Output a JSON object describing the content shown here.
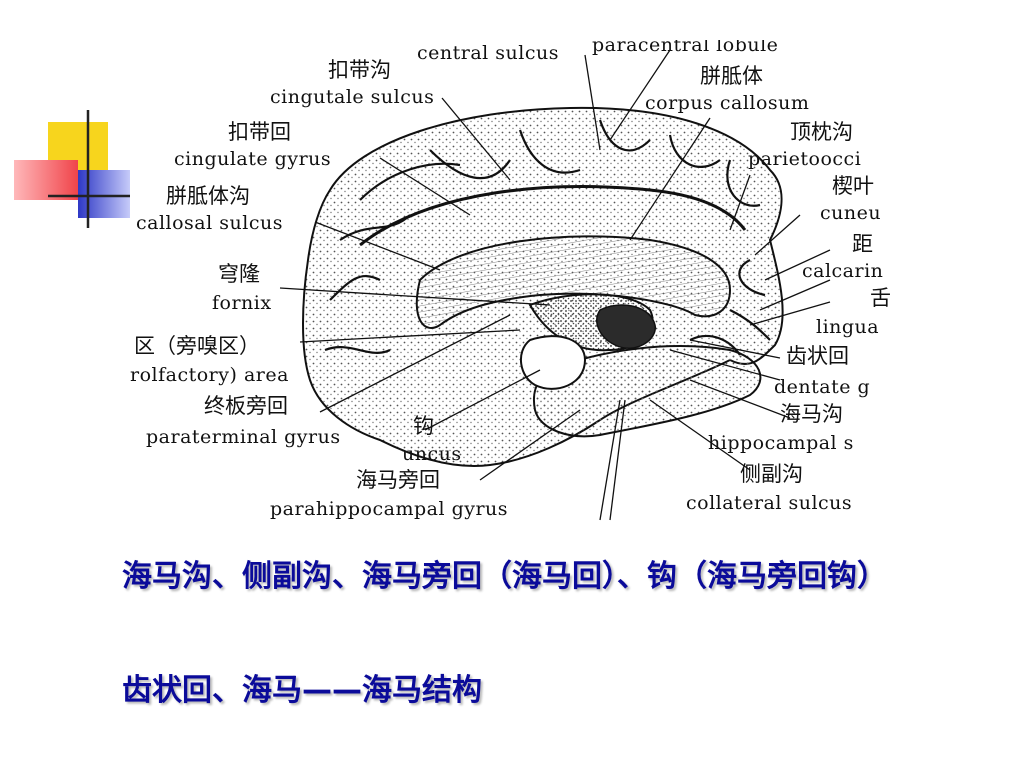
{
  "labels": {
    "paracentral_lobule_en": "paracentral lobule",
    "central_sulcus_en": "central sulcus",
    "cingulate_sulcus_zh": "扣带沟",
    "cingulate_sulcus_en": "cingutale sulcus",
    "corpus_callosum_zh": "胼胝体",
    "corpus_callosum_en": "corpus callosum",
    "cingulate_gyrus_zh": "扣带回",
    "cingulate_gyrus_en": "cingulate gyrus",
    "parietooccipital_zh": "顶枕沟",
    "parietooccipital_en": "parietoocci",
    "callosal_sulcus_zh": "胼胝体沟",
    "callosal_sulcus_en": "callosal sulcus",
    "cuneus_zh": "楔叶",
    "cuneus_en": "cuneu",
    "calcarine_zh": "距",
    "calcarine_en": "calcarin",
    "fornix_zh": "穹隆",
    "fornix_en": "fornix",
    "lingual_zh": "舌",
    "lingual_en": "lingua",
    "subcallosal_zh": "区（旁嗅区）",
    "subcallosal_en": "rolfactory) area",
    "dentate_zh": "齿状回",
    "dentate_en": "dentate g",
    "paraterminal_zh": "终板旁回",
    "paraterminal_en": "paraterminal gyrus",
    "uncus_zh": "钩",
    "uncus_en": "uncus",
    "hippocampal_sulcus_zh": "海马沟",
    "hippocampal_sulcus_en": "hippocampal s",
    "parahippocampal_zh": "海马旁回",
    "parahippocampal_en": "parahippocampal gyrus",
    "collateral_zh": "侧副沟",
    "collateral_en": "collateral sulcus"
  },
  "caption": {
    "line1": "海马沟、侧副沟、海马旁回（海马回）、钩（海马旁回钩）",
    "line2": "齿状回、海马——海马结构"
  },
  "colors": {
    "caption": "#0b0b9a",
    "deco_yellow": "#f7d51d",
    "deco_red": "#f0444a",
    "deco_blue": "#2e38c6",
    "ink": "#111111"
  }
}
